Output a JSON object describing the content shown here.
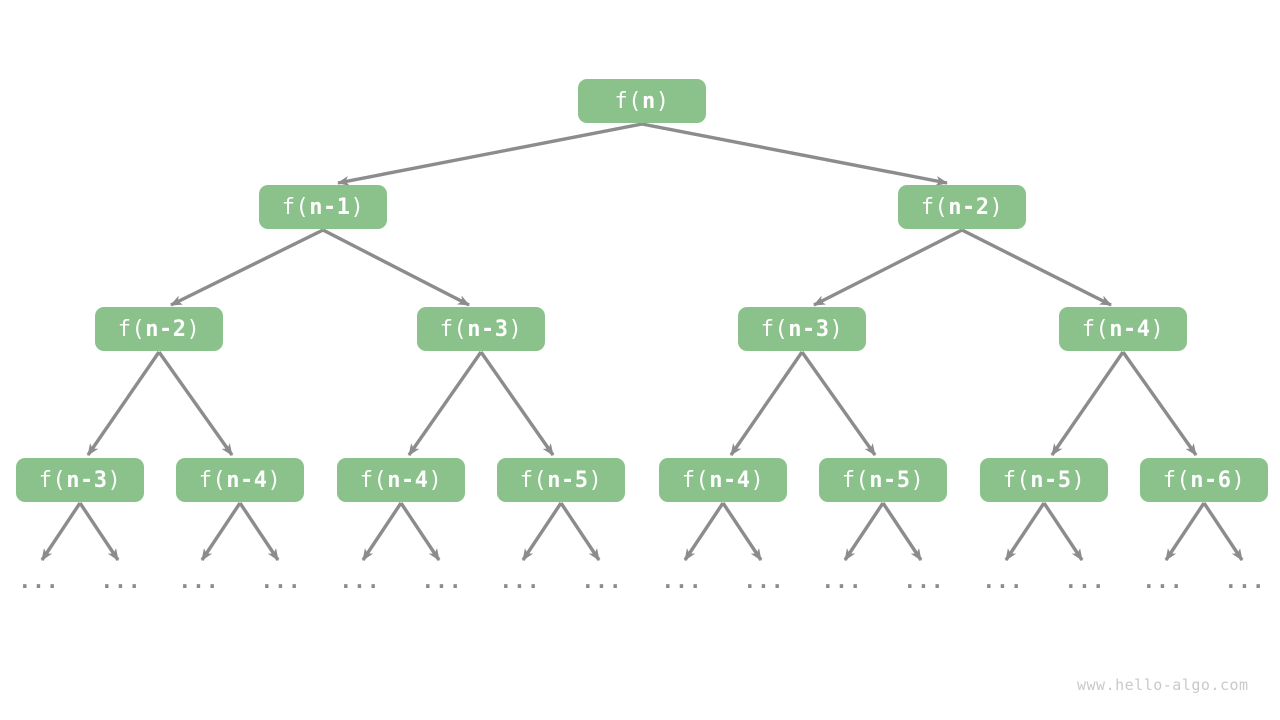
{
  "diagram_title": "recursion-tree",
  "nodes": [
    {
      "level": 0,
      "label": "f(n)",
      "prefix": "f(",
      "arg": "n",
      "suffix": ")"
    },
    {
      "level": 1,
      "label": "f(n-1)",
      "prefix": "f(",
      "arg": "n-1",
      "suffix": ")"
    },
    {
      "level": 1,
      "label": "f(n-2)",
      "prefix": "f(",
      "arg": "n-2",
      "suffix": ")"
    },
    {
      "level": 2,
      "label": "f(n-2)",
      "prefix": "f(",
      "arg": "n-2",
      "suffix": ")"
    },
    {
      "level": 2,
      "label": "f(n-3)",
      "prefix": "f(",
      "arg": "n-3",
      "suffix": ")"
    },
    {
      "level": 2,
      "label": "f(n-3)",
      "prefix": "f(",
      "arg": "n-3",
      "suffix": ")"
    },
    {
      "level": 2,
      "label": "f(n-4)",
      "prefix": "f(",
      "arg": "n-4",
      "suffix": ")"
    },
    {
      "level": 3,
      "label": "f(n-3)",
      "prefix": "f(",
      "arg": "n-3",
      "suffix": ")"
    },
    {
      "level": 3,
      "label": "f(n-4)",
      "prefix": "f(",
      "arg": "n-4",
      "suffix": ")"
    },
    {
      "level": 3,
      "label": "f(n-4)",
      "prefix": "f(",
      "arg": "n-4",
      "suffix": ")"
    },
    {
      "level": 3,
      "label": "f(n-5)",
      "prefix": "f(",
      "arg": "n-5",
      "suffix": ")"
    },
    {
      "level": 3,
      "label": "f(n-4)",
      "prefix": "f(",
      "arg": "n-4",
      "suffix": ")"
    },
    {
      "level": 3,
      "label": "f(n-5)",
      "prefix": "f(",
      "arg": "n-5",
      "suffix": ")"
    },
    {
      "level": 3,
      "label": "f(n-5)",
      "prefix": "f(",
      "arg": "n-5",
      "suffix": ")"
    },
    {
      "level": 3,
      "label": "f(n-6)",
      "prefix": "f(",
      "arg": "n-6",
      "suffix": ")"
    }
  ],
  "ellipsis_label": "...",
  "watermark": "www.hello-algo.com",
  "colors": {
    "background": "#FFFFFF",
    "node_fill": "#8BC28B",
    "node_text": "#FFFFFF",
    "arrow": "#8C8C8C",
    "ellipsis": "#8C8C8C",
    "watermark": "#C9C9C9"
  }
}
